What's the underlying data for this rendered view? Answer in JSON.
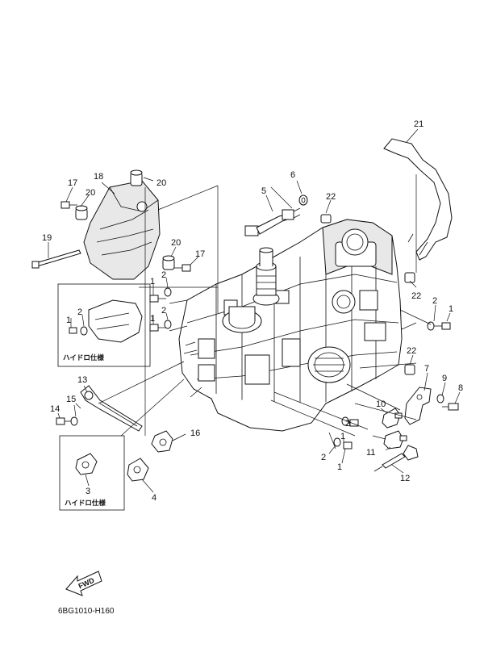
{
  "diagram_code": "6BG1010-H160",
  "fwd_label": "FWD",
  "variant_note_1": "ハイドロ仕様",
  "variant_note_2": "ハイドロ仕様",
  "callouts": {
    "c1a": "1",
    "c1b": "1",
    "c1c": "1",
    "c1d": "1",
    "c1e": "1",
    "c2a": "2",
    "c2b": "2",
    "c2c": "2",
    "c2d": "2",
    "c2e": "2",
    "c3": "3",
    "c4": "4",
    "c5": "5",
    "c6": "6",
    "c7": "7",
    "c8": "8",
    "c9": "9",
    "c10": "10",
    "c11": "11",
    "c12": "12",
    "c13": "13",
    "c14": "14",
    "c15": "15",
    "c16": "16",
    "c17a": "17",
    "c17b": "17",
    "c18": "18",
    "c19": "19",
    "c20a": "20",
    "c20b": "20",
    "c20c": "20",
    "c21": "21",
    "c22a": "22",
    "c22b": "22",
    "c22c": "22"
  }
}
